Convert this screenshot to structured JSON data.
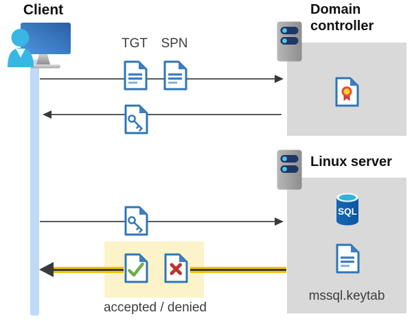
{
  "labels": {
    "client": "Client",
    "domain_controller": "Domain controller",
    "linux_server": "Linux server",
    "tgt": "TGT",
    "spn": "SPN",
    "sql": "SQL",
    "keytab_file": "mssql.keytab",
    "response": "accepted / denied"
  },
  "colors": {
    "doc_border_blue": "#2e75b6",
    "doc_fold_blue": "#3d7ec2",
    "doc_line_blue": "#3a7cc1",
    "doc_line_light_blue": "#8cb4de",
    "person_cyan": "#38b7e4",
    "monitor_blue_dark": "#2a5ea6",
    "monitor_blue_light": "#4e97dc",
    "lifeline_blue": "#bfd9f6",
    "server_gray": "#a8a8a8",
    "server_bar_navy": "#1e3765",
    "server_dot_cyan": "#58c1e8",
    "zone_gray": "#d9d9d9",
    "sql_blue": "#1368b5",
    "sql_top_cyan": "#2fb3d9",
    "cert_yellow": "#ffd21f",
    "cert_red": "#d6443c",
    "check_green": "#6fae44",
    "cross_red": "#bb342f",
    "arrow_gray": "#595959",
    "arrowhead_gray": "#3a3a3a",
    "highlight_bg_yellow": "#fcf3c8",
    "highlight_arrow_yellow": "#f3c300",
    "label_dark": "#3d3d3d"
  }
}
